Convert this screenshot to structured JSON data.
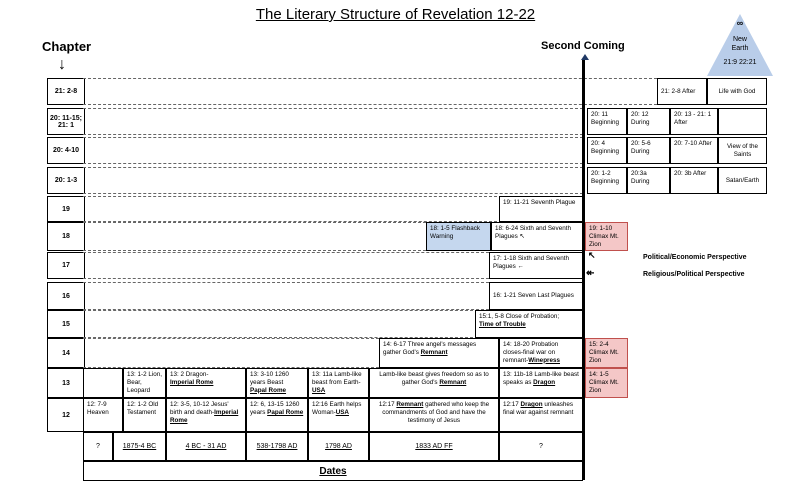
{
  "title": "The Literary Structure of Revelation 12-22",
  "chapter_label": "Chapter",
  "chapter_arrow": "↓",
  "second_coming": "Second Coming",
  "new_earth": {
    "symbol": "∞",
    "line1": "New",
    "line2": "Earth",
    "line3": "21:9 22:21"
  },
  "rows": [
    {
      "label": "21: 2-8"
    },
    {
      "label": "20: 11-15; 21: 1"
    },
    {
      "label": "20: 4-10"
    },
    {
      "label": "20: 1-3"
    },
    {
      "label": "19"
    },
    {
      "label": "18"
    },
    {
      "label": "17"
    },
    {
      "label": "16"
    },
    {
      "label": "15"
    },
    {
      "label": "14"
    },
    {
      "label": "13"
    },
    {
      "label": "12"
    }
  ],
  "cells": {
    "r0a": "21: 2-8   After",
    "r0b": "Life with God",
    "r1a": "20: 11 Beginning",
    "r1b": "20: 12 During",
    "r1c": "20: 13 - 21: 1 After",
    "r2a": "20: 4 Beginning",
    "r2b": "20: 5-6 During",
    "r2c": "20: 7-10 After",
    "r2d": "View of the Saints",
    "r3a": "20: 1-2 Beginning",
    "r3b": "20:3a During",
    "r3c": "20: 3b After",
    "r3d": "Satan/Earth",
    "r4a": "19: 11-21 Seventh Plague",
    "r5blue": "18: 1-5 Flashback Warning",
    "r5a": "18: 6-24  Sixth and Seventh Plagues   ↖",
    "r5red": "19: 1-10 Climax Mt. Zion",
    "r6a": "17: 1-18  Sixth and Seventh Plagues    ←",
    "r7a": "16: 1-21  Seven Last Plagues",
    "r8a": "15:1, 5-8  Close of Probation;",
    "r8b": "Time of Trouble",
    "r9a": "14: 6-17  Three angel's messages gather God's",
    "r9a_u": "Remnant",
    "r9b": "14: 18-20  Probation closes-final war on remnant-",
    "r9b_u": "Winepress",
    "r9red": "15: 2-4 Climax Mt. Zion",
    "r10a": "13: 1-2 Lion, Bear, Leopard",
    "r10b": "13: 2   Dragon-",
    "r10b_u": "Imperial Rome",
    "r10c": "13: 3-10  1260 years Beast",
    "r10c_u": "Papal Rome",
    "r10d": "13: 11a  Lamb-like beast from Earth-",
    "r10d_u": "USA",
    "r10e": "Lamb-like beast gives freedom so as to gather God's",
    "r10e_u": "Remnant",
    "r10f": "13: 11b-18  Lamb-like beast speaks as",
    "r10f_u": "Dragon",
    "r10red": "14: 1-5 Climax Mt. Zion",
    "r11a": "12: 7-9 Heaven",
    "r11b": "12: 1-2 Old Testament",
    "r11c": "12: 3-5, 10-12   Jesus' birth and death-",
    "r11c_u": "Imperial Rome",
    "r11d": "12: 6, 13-15 1260 years",
    "r11d_u": "Papal Rome",
    "r11e": "12:16 Earth helps Woman-",
    "r11e_u": "USA",
    "r11f1": "12:17",
    "r11f_u": "Remnant",
    "r11f2": "gathered who keep the commandments of God and have the testimony of Jesus",
    "r11g1": "12:17",
    "r11g_u": "Dragon",
    "r11g2": "unleashes final war against remnant"
  },
  "side_labels": {
    "political": "Political/Economic Perspective",
    "religious": "Religious/Political Perspective",
    "arrow1": "↖",
    "arrow2": "↞"
  },
  "dates": [
    "?",
    "1875-4 BC",
    "4 BC - 31 AD",
    "538-1798 AD",
    "1798 AD",
    "1833 AD FF",
    "?"
  ],
  "dates_label": "Dates"
}
